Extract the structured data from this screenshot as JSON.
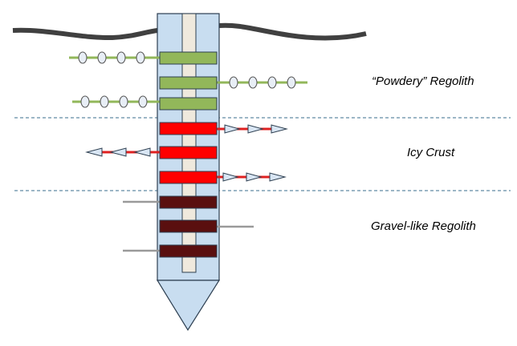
{
  "layers": [
    {
      "label": "“Powdery” Regolith"
    },
    {
      "label": "Icy Crust"
    },
    {
      "label": "Gravel-like Regolith"
    }
  ],
  "colors": {
    "ground": "#404040",
    "divider": "#3a6d8c",
    "probe_body": "#c8ddf0",
    "probe_outline": "#2c3e50",
    "core_rod": "#efe9dd",
    "powdery_band": "#92b75a",
    "icy_band": "#ff0000",
    "gravel_band": "#5a0f0f",
    "green_line": "#92b75a",
    "bead_fill": "#e8eef6",
    "red_line": "#e02020",
    "arrow_fill": "#d9e6f4",
    "gray_line": "#9a9a9a"
  }
}
